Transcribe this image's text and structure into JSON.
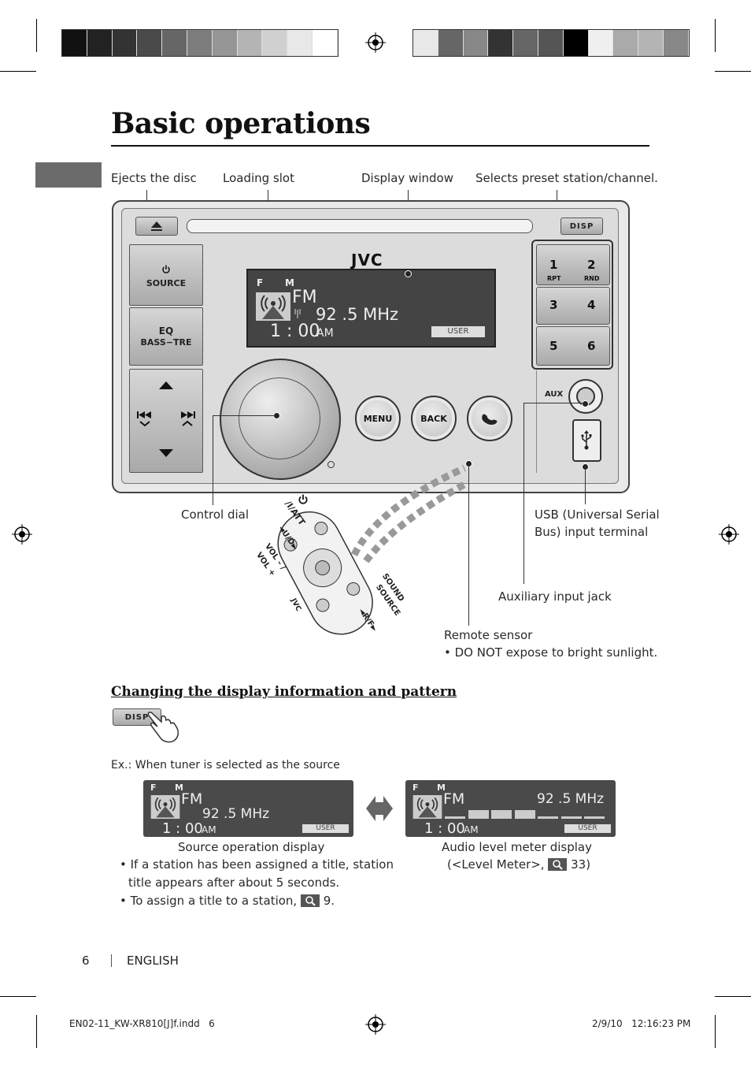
{
  "title": "Basic operations",
  "callouts": {
    "eject": "Ejects the disc",
    "loading_slot": "Loading slot",
    "display_window": "Display window",
    "preset": "Selects preset station/channel.",
    "control_dial": "Control dial",
    "usb_line1": "USB (Universal Serial",
    "usb_line2": "Bus) input terminal",
    "aux_jack": "Auxiliary input jack",
    "remote_sensor": "Remote sensor",
    "remote_sensor_note": "• DO NOT expose to bright sunlight."
  },
  "panel": {
    "brand": "JVC",
    "disp": "DISP",
    "source": "SOURCE",
    "eq": "EQ",
    "bass_tre": "BASS−TRE",
    "menu": "MENU",
    "back": "BACK",
    "aux": "AUX",
    "presets": [
      {
        "num": "1",
        "sub": "RPT"
      },
      {
        "num": "2",
        "sub": "RND"
      },
      {
        "num": "3",
        "sub": ""
      },
      {
        "num": "4",
        "sub": ""
      },
      {
        "num": "5",
        "sub": ""
      },
      {
        "num": "6",
        "sub": ""
      }
    ]
  },
  "lcd": {
    "f": "F",
    "m": "M",
    "band": "FM",
    "freq": "92 .5 MHz",
    "time": "1 : 00",
    "ampm": "AM",
    "user": "USER"
  },
  "remote": {
    "power_att": "/I/ATT",
    "ud": "◄U/D►",
    "vol": "VOL – /",
    "vol2": "VOL +",
    "sound": "SOUND",
    "source": "SOURCE",
    "rf": "◄R/F►",
    "brand": "JVC"
  },
  "section": {
    "heading": "Changing the display information and pattern",
    "disp_key": "DISP",
    "example": "Ex.: When tuner is selected as the source",
    "source_display": "Source operation display",
    "bullet1_line1": "• If a station has been assigned a title, station",
    "bullet1_line2": "title appears after about 5 seconds.",
    "bullet2": "• To assign a title to a station,",
    "bullet2_ref": "9.",
    "level_display": "Audio level meter display",
    "level_ref_pre": "(<Level Meter>,",
    "level_ref_post": "33)"
  },
  "footer": {
    "page": "6",
    "lang": "ENGLISH",
    "file": "EN02-11_KW-XR810[J]f.indd   6",
    "date": "2/9/10   12:16:23 PM"
  }
}
